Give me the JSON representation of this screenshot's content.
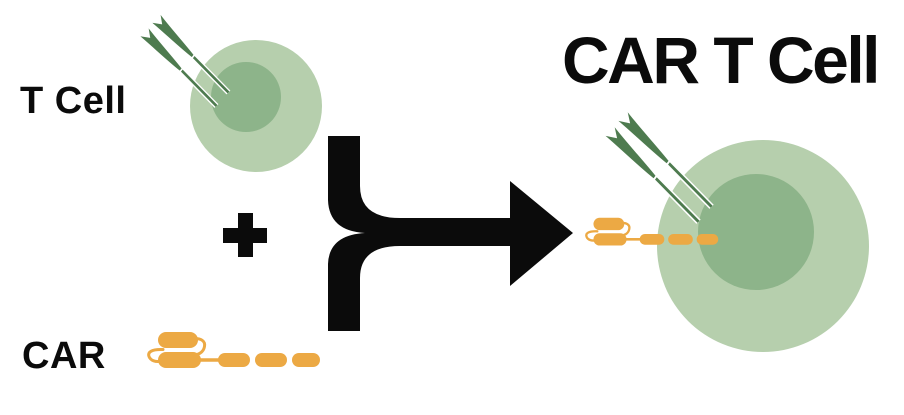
{
  "diagram": {
    "title": "CAR T Cell",
    "labels": {
      "t_cell": "T Cell",
      "car": "CAR",
      "plus_sign": "+"
    },
    "icons": {
      "plus": "plus-sign",
      "merge_arrow": "merge-arrow-right",
      "tcr": "t-cell-receptor",
      "car_receptor": "chimeric-antigen-receptor-chain"
    },
    "colors": {
      "cell_body": "#b6cfad",
      "cell_nucleus": "#8db48a",
      "receptor_green": "#4e7b4f",
      "car_orange": "#eca944",
      "ink_black": "#0b0b0b",
      "background": "#ffffff"
    }
  }
}
